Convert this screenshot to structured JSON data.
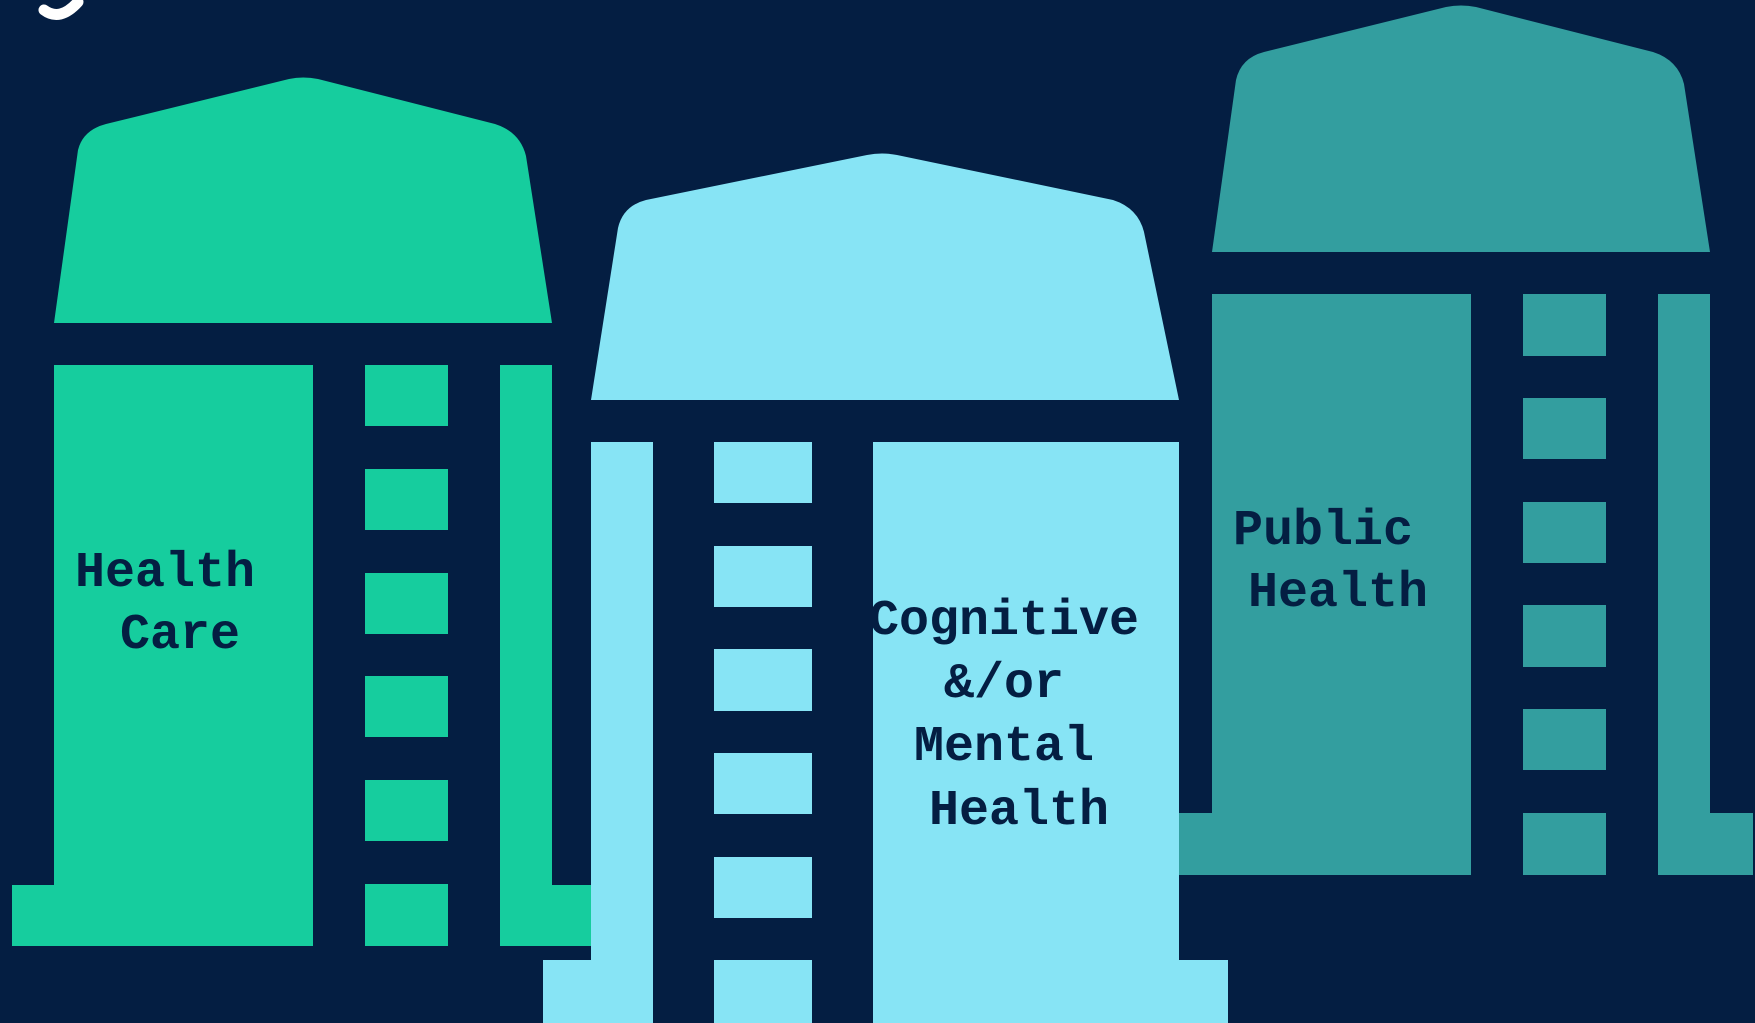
{
  "colors": {
    "background": "#041e42",
    "silo_left": "#16cd9e",
    "silo_middle": "#87e4f5",
    "silo_right": "#339e9f",
    "label_text": "#041e42"
  },
  "silos": [
    {
      "id": "health-care",
      "label_lines": [
        "Health",
        "Care"
      ]
    },
    {
      "id": "public-health",
      "label_lines": [
        "Public",
        "Health"
      ]
    },
    {
      "id": "cognitive-mental-health",
      "label_lines": [
        "Cognitive",
        "&/or",
        "Mental",
        "Health"
      ]
    }
  ]
}
